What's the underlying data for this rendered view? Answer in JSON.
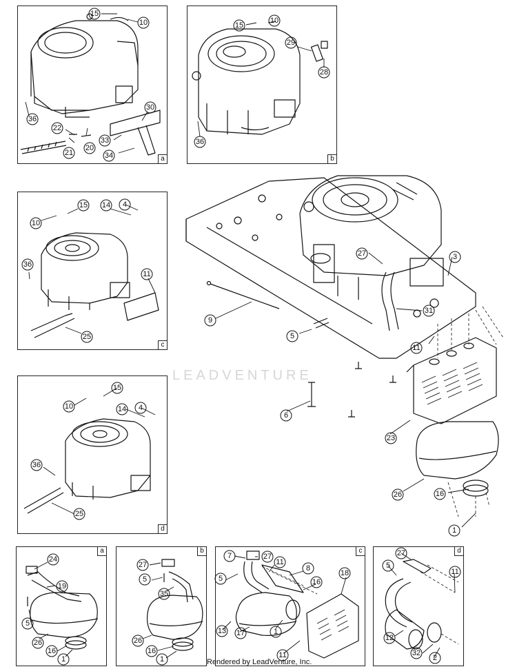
{
  "panels": {
    "a": "a",
    "b": "b",
    "c": "c",
    "d": "d",
    "sa": "a",
    "sb": "b",
    "sc": "c",
    "sd": "d"
  },
  "callouts": {
    "pa": [
      "15",
      "10",
      "36",
      "22",
      "20",
      "21",
      "30",
      "33",
      "34"
    ],
    "pb": [
      "15",
      "10",
      "29",
      "28",
      "36"
    ],
    "pc": [
      "10",
      "15",
      "14",
      "4",
      "36",
      "11",
      "25"
    ],
    "pd": [
      "10",
      "15",
      "14",
      "4",
      "36",
      "25"
    ],
    "main": [
      "27",
      "3",
      "9",
      "31",
      "5",
      "11",
      "6",
      "23",
      "26",
      "16",
      "1"
    ],
    "sa": [
      "24",
      "19",
      "5",
      "26",
      "16",
      "1"
    ],
    "sb": [
      "27",
      "5",
      "35",
      "26",
      "16",
      "1"
    ],
    "sc": [
      "7",
      "27",
      "5",
      "11",
      "8",
      "16",
      "18",
      "13",
      "17",
      "1",
      "11"
    ],
    "sd": [
      "27",
      "5",
      "11",
      "12",
      "32",
      "2"
    ]
  },
  "watermark": "LEADVENTURE",
  "footer": "Rendered by LeadVenture, Inc."
}
